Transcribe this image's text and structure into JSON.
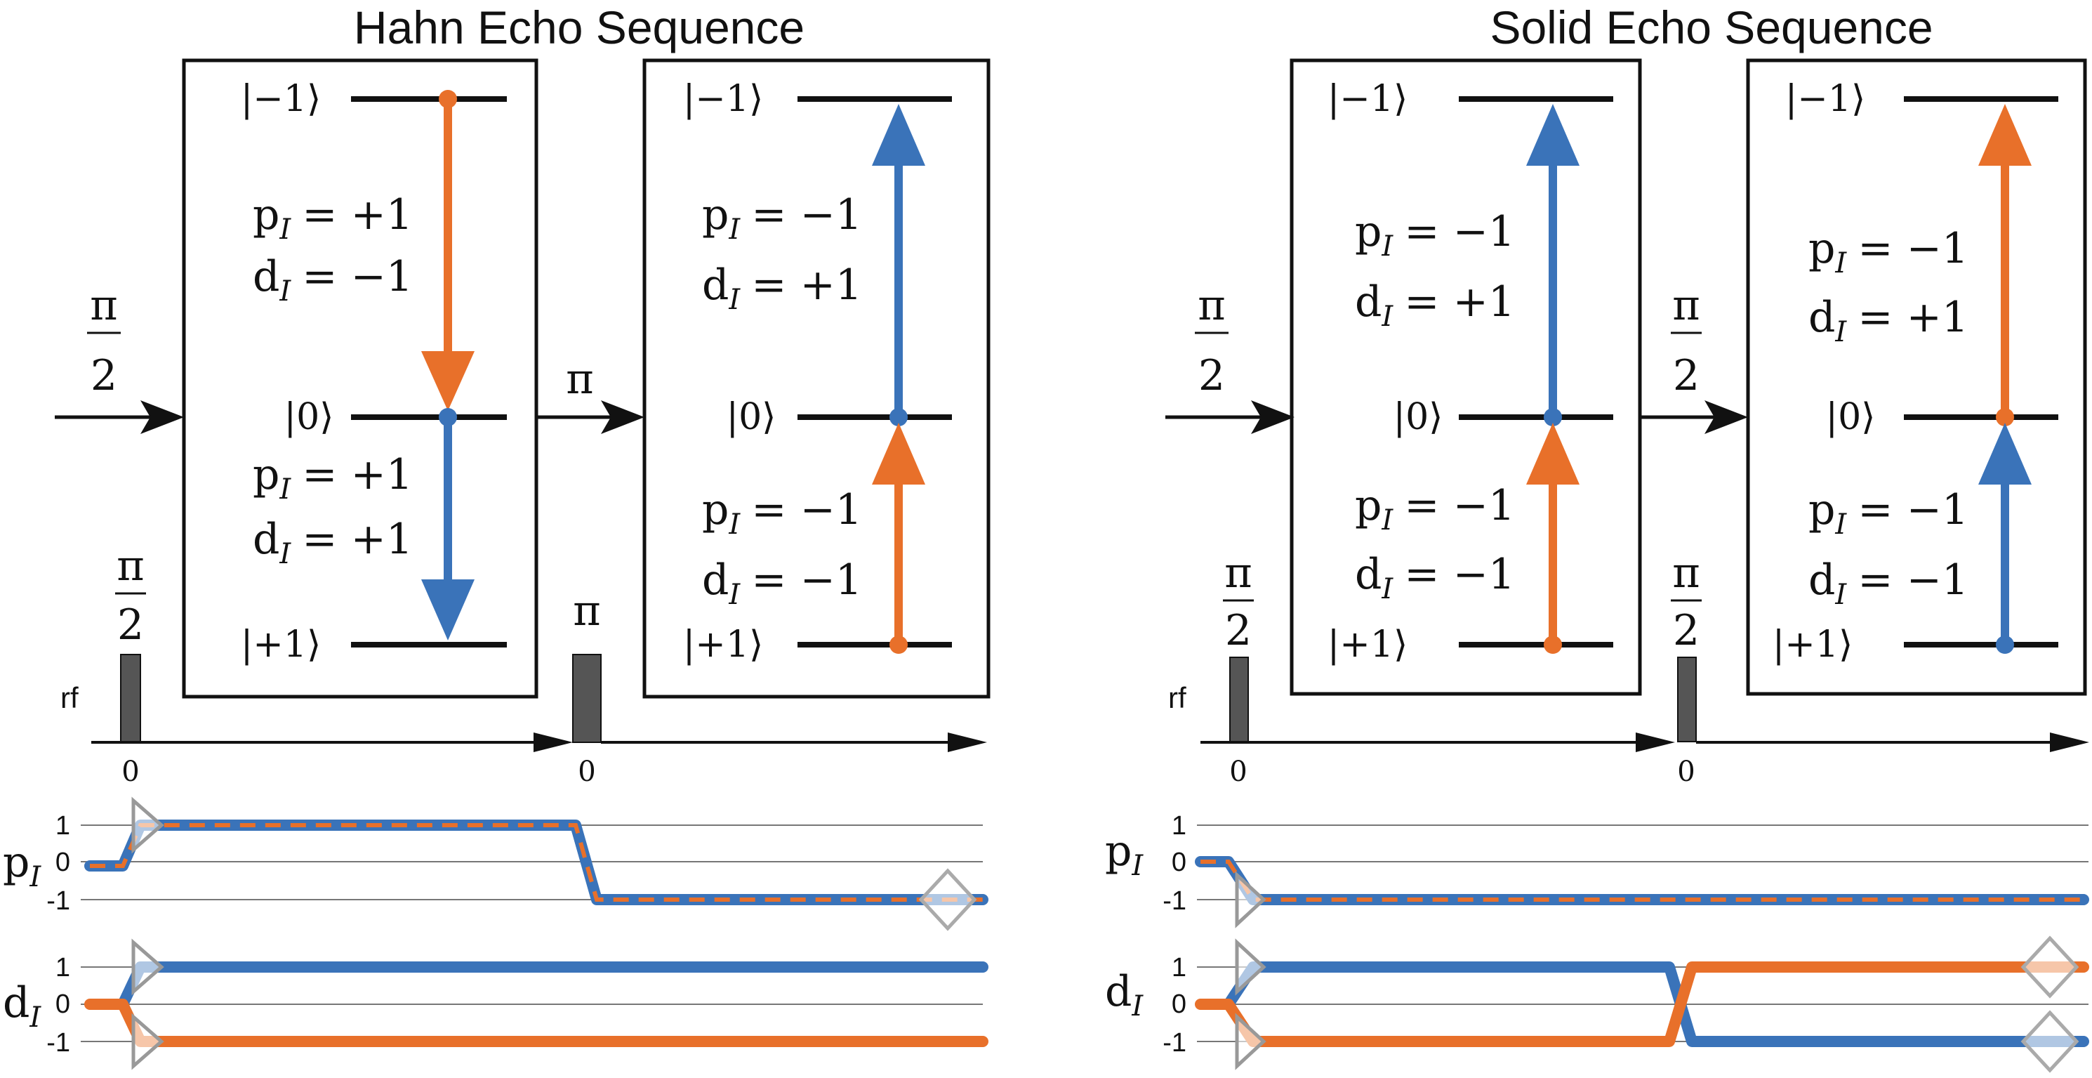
{
  "colors": {
    "orange": "#E8702A",
    "blue": "#3A73B9",
    "black": "#111111",
    "pulse": "#555555",
    "grid": "#777777"
  },
  "panels": [
    {
      "title": "Hahn Echo Sequence",
      "first_pulse": {
        "top": "π",
        "bottom": "2"
      },
      "second_pulse": {
        "single": "π"
      },
      "between_label": {
        "single": "π"
      },
      "box1": {
        "kets": [
          "|−1⟩",
          "|0⟩",
          "|+1⟩"
        ],
        "upper": {
          "p": "p",
          "p_sub": "I",
          "p_val": "= +1",
          "d": "d",
          "d_sub": "I",
          "d_val": "= −1"
        },
        "lower": {
          "p": "p",
          "p_sub": "I",
          "p_val": "= +1",
          "d": "d",
          "d_sub": "I",
          "d_val": "= +1"
        }
      },
      "box2": {
        "kets": [
          "|−1⟩",
          "|0⟩",
          "|+1⟩"
        ],
        "upper": {
          "p": "p",
          "p_sub": "I",
          "p_val": "= −1",
          "d": "d",
          "d_sub": "I",
          "d_val": "= +1"
        },
        "lower": {
          "p": "p",
          "p_sub": "I",
          "p_val": "= −1",
          "d": "d",
          "d_sub": "I",
          "d_val": "= −1"
        }
      },
      "rf_label": "rf",
      "time_zero_1": "0",
      "time_zero_2": "0",
      "pI_label": {
        "main": "p",
        "sub": "I"
      },
      "dI_label": {
        "main": "d",
        "sub": "I"
      },
      "pI_ticks": [
        "1",
        "0",
        "-1"
      ],
      "dI_ticks": [
        "1",
        "0",
        "-1"
      ]
    },
    {
      "title": "Solid Echo Sequence",
      "first_pulse": {
        "top": "π",
        "bottom": "2"
      },
      "second_pulse": {
        "top": "π",
        "bottom": "2"
      },
      "between_label": {
        "top": "π",
        "bottom": "2"
      },
      "box1": {
        "kets": [
          "|−1⟩",
          "|0⟩",
          "|+1⟩"
        ],
        "upper": {
          "p": "p",
          "p_sub": "I",
          "p_val": "= −1",
          "d": "d",
          "d_sub": "I",
          "d_val": "= +1"
        },
        "lower": {
          "p": "p",
          "p_sub": "I",
          "p_val": "= −1",
          "d": "d",
          "d_sub": "I",
          "d_val": "= −1"
        }
      },
      "box2": {
        "kets": [
          "|−1⟩",
          "|0⟩",
          "|+1⟩"
        ],
        "upper": {
          "p": "p",
          "p_sub": "I",
          "p_val": "= −1",
          "d": "d",
          "d_sub": "I",
          "d_val": "= +1"
        },
        "lower": {
          "p": "p",
          "p_sub": "I",
          "p_val": "= −1",
          "d": "d",
          "d_sub": "I",
          "d_val": "= −1"
        }
      },
      "rf_label": "rf",
      "time_zero_1": "0",
      "time_zero_2": "0",
      "pI_label": {
        "main": "p",
        "sub": "I"
      },
      "dI_label": {
        "main": "d",
        "sub": "I"
      },
      "pI_ticks": [
        "1",
        "0",
        "-1"
      ],
      "dI_ticks": [
        "1",
        "0",
        "-1"
      ]
    }
  ]
}
